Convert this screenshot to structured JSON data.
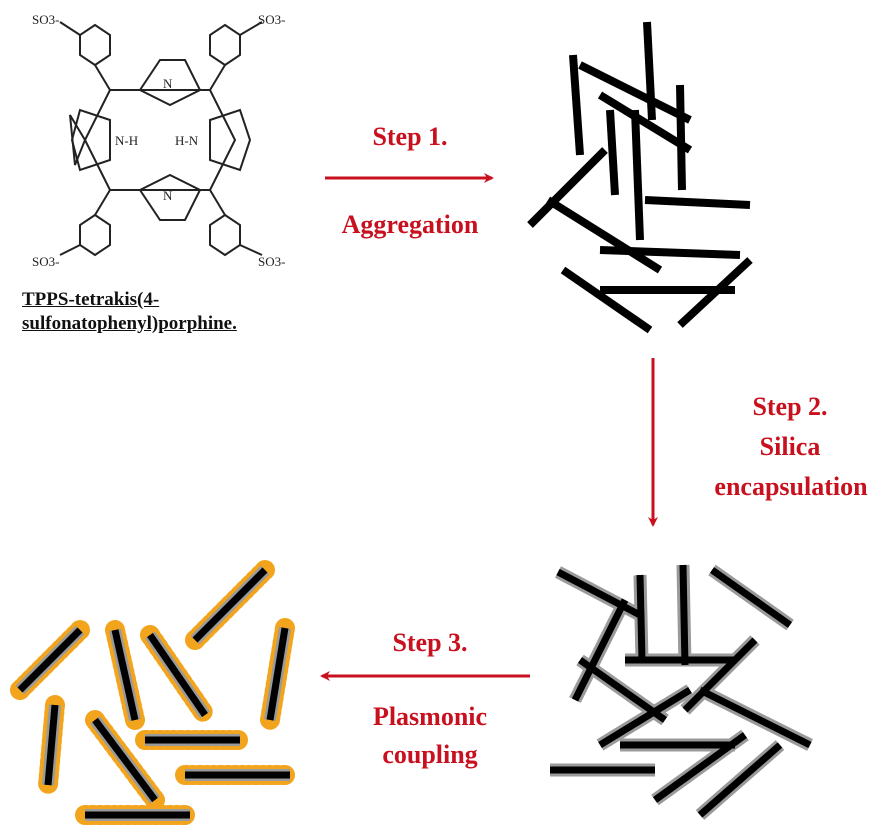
{
  "molecule": {
    "caption_line1": "TPPS-tetrakis(4-",
    "caption_line2": "sulfonatophenyl)porphine.",
    "substituent_label": "SO3-",
    "n_labels": [
      "N",
      "N",
      "N-H",
      "H-N"
    ]
  },
  "steps": {
    "step1": {
      "title": "Step 1.",
      "desc": "Aggregation"
    },
    "step2": {
      "title": "Step 2.",
      "desc1": "Silica",
      "desc2": "encapsulation"
    },
    "step3": {
      "title": "Step 3.",
      "desc1": "Plasmonic",
      "desc2": "coupling"
    }
  },
  "colors": {
    "arrow": "#c8101e",
    "rod": "#000000",
    "rod_shell": "#888888",
    "nanoparticle": "#f2a41c"
  }
}
